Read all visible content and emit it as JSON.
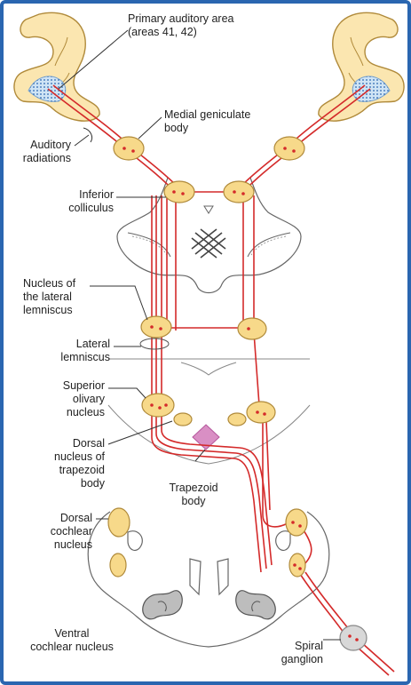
{
  "labels": {
    "primary_auditory_line1": "Primary auditory area",
    "primary_auditory_line2": "(areas 41, 42)",
    "medial_geniculate_line1": "Medial geniculate",
    "medial_geniculate_line2": "body",
    "auditory_radiations_line1": "Auditory",
    "auditory_radiations_line2": "radiations",
    "inferior_colliculus_line1": "Inferior",
    "inferior_colliculus_line2": "colliculus",
    "nucleus_lateral_lemniscus_line1": "Nucleus of",
    "nucleus_lateral_lemniscus_line2": "the lateral",
    "nucleus_lateral_lemniscus_line3": "lemniscus",
    "lateral_lemniscus_line1": "Lateral",
    "lateral_lemniscus_line2": "lemniscus",
    "superior_olivary_line1": "Superior",
    "superior_olivary_line2": "olivary",
    "superior_olivary_line3": "nucleus",
    "dorsal_trapezoid_line1": "Dorsal",
    "dorsal_trapezoid_line2": "nucleus of",
    "dorsal_trapezoid_line3": "trapezoid",
    "dorsal_trapezoid_line4": "body",
    "trapezoid_body_line1": "Trapezoid",
    "trapezoid_body_line2": "body",
    "dorsal_cochlear_line1": "Dorsal",
    "dorsal_cochlear_line2": "cochlear",
    "dorsal_cochlear_line3": "nucleus",
    "ventral_cochlear_line1": "Ventral",
    "ventral_cochlear_line2": "cochlear nucleus",
    "spiral_ganglion_line1": "Spiral",
    "spiral_ganglion_line2": "ganglion"
  },
  "colors": {
    "border": "#2a66b0",
    "pathway": "#d42a2a",
    "nucleus_fill": "#f7d98a",
    "nucleus_stroke": "#b08a3a",
    "cortex_fill": "#fbe6b0",
    "trapezoid_fill": "#d98fc4",
    "outline": "#555555"
  }
}
